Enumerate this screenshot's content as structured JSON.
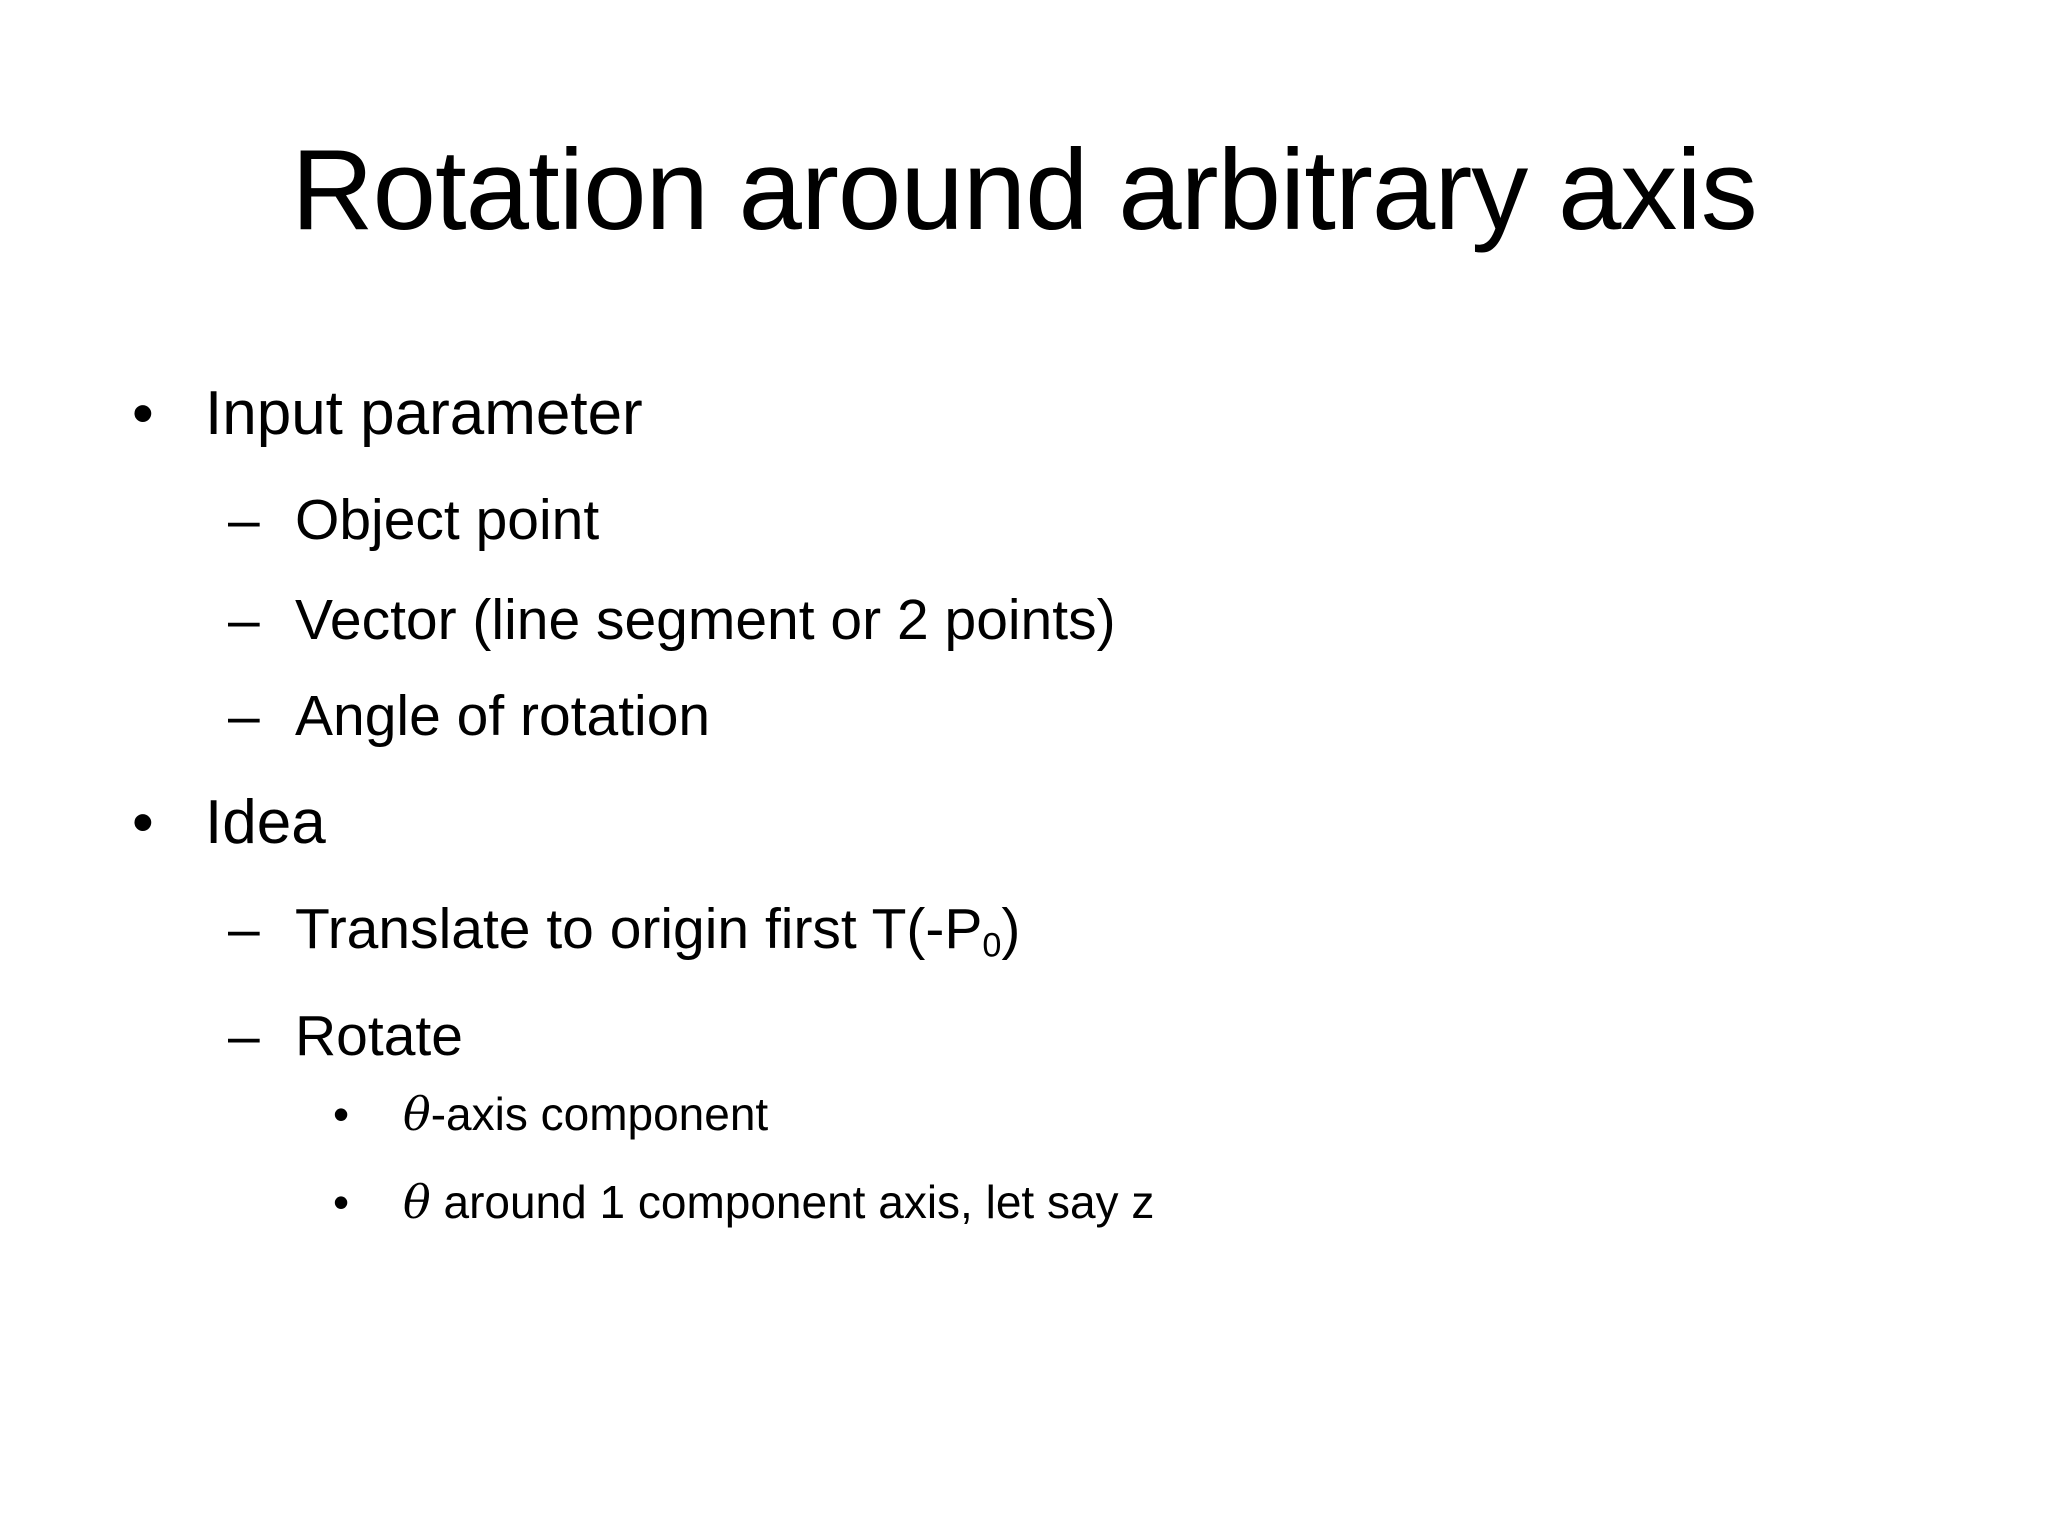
{
  "title": "Rotation around arbitrary axis",
  "items": [
    {
      "marker": "•",
      "level": 1,
      "text": "Input parameter"
    },
    {
      "marker": "–",
      "level": 2,
      "text": "Object point"
    },
    {
      "marker": "–",
      "level": 2,
      "text": "Vector (line segment or 2 points)"
    },
    {
      "marker": "–",
      "level": 2,
      "text": "Angle of rotation"
    },
    {
      "marker": "•",
      "level": 1,
      "text": "Idea"
    },
    {
      "marker": "–",
      "level": 2,
      "text_before_sub": "Translate to origin first T(-P",
      "sub": "0",
      "text_after_sub": ")"
    },
    {
      "marker": "–",
      "level": 2,
      "text": "Rotate"
    },
    {
      "marker": "•",
      "level": 3,
      "theta": "θ",
      "text": "-axis component"
    },
    {
      "marker": "•",
      "level": 3,
      "theta": "θ",
      "text": " around 1 component axis, let say z"
    }
  ]
}
